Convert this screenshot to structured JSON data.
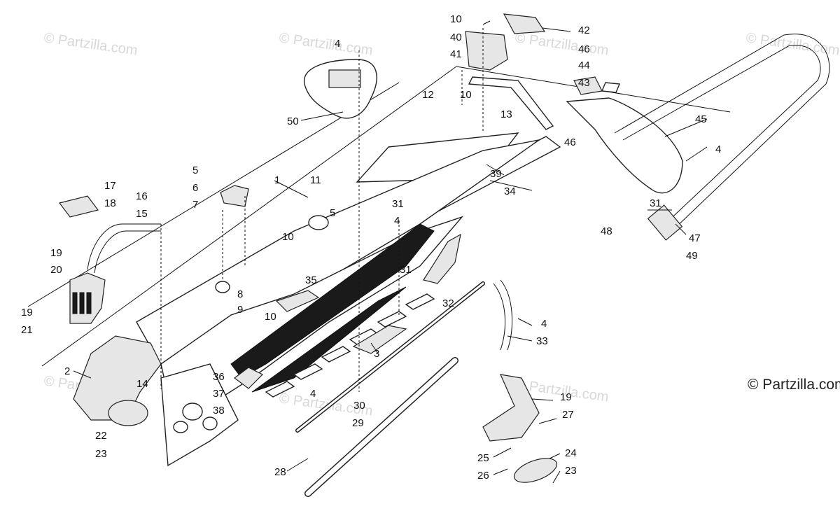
{
  "watermark": "© Partzilla.com",
  "copyright": "© Partzilla.com",
  "callouts": [
    "1",
    "2",
    "3",
    "4",
    "5",
    "6",
    "7",
    "8",
    "9",
    "10",
    "11",
    "12",
    "13",
    "14",
    "15",
    "16",
    "17",
    "18",
    "19",
    "20",
    "21",
    "22",
    "23",
    "24",
    "25",
    "26",
    "27",
    "28",
    "29",
    "30",
    "31",
    "32",
    "33",
    "34",
    "35",
    "36",
    "37",
    "38",
    "39",
    "40",
    "41",
    "42",
    "43",
    "44",
    "45",
    "46",
    "47",
    "48",
    "49",
    "50"
  ]
}
